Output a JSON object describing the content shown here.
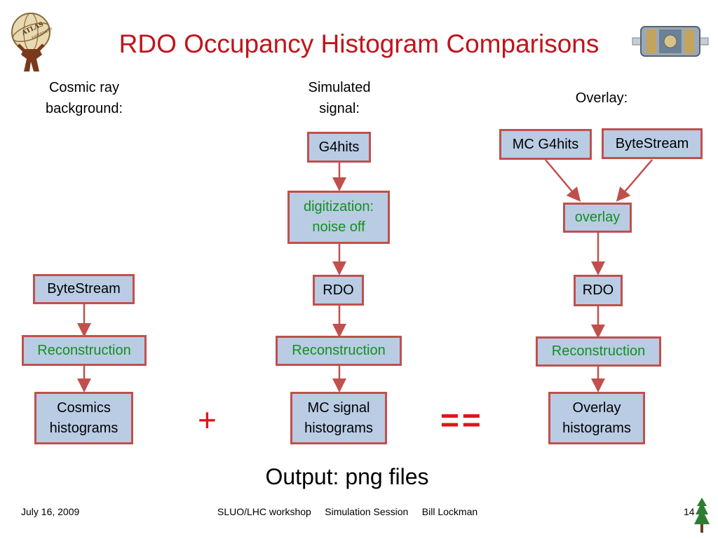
{
  "title": "RDO Occupancy Histogram Comparisons",
  "columns": {
    "cosmic": {
      "heading": "Cosmic  ray\nbackground:",
      "boxes": [
        "ByteStream",
        "Reconstruction",
        "Cosmics\nhistograms"
      ]
    },
    "simulated": {
      "heading": "Simulated\nsignal:",
      "boxes": [
        "G4hits",
        "digitization:\nnoise off",
        "RDO",
        "Reconstruction",
        "MC signal\nhistograms"
      ]
    },
    "overlay": {
      "heading": "Overlay:",
      "boxes": [
        "MC G4hits",
        "ByteStream",
        "overlay",
        "RDO",
        "Reconstruction",
        "Overlay\nhistograms"
      ]
    }
  },
  "operators": {
    "plus": "+",
    "equals": "=="
  },
  "output_text": "Output: png files",
  "footer": {
    "date": "July 16, 2009",
    "event": "SLUO/LHC workshop     Simulation Session     Bill Lockman",
    "page": "14"
  },
  "logos": {
    "left": "ATLAS",
    "left_sub": "EXPERIMENT"
  },
  "colors": {
    "title": "#c0141b",
    "box_fill": "#b9cce4",
    "box_border": "#c0504d",
    "green_text": "#12901e",
    "operator": "#e0161b"
  }
}
